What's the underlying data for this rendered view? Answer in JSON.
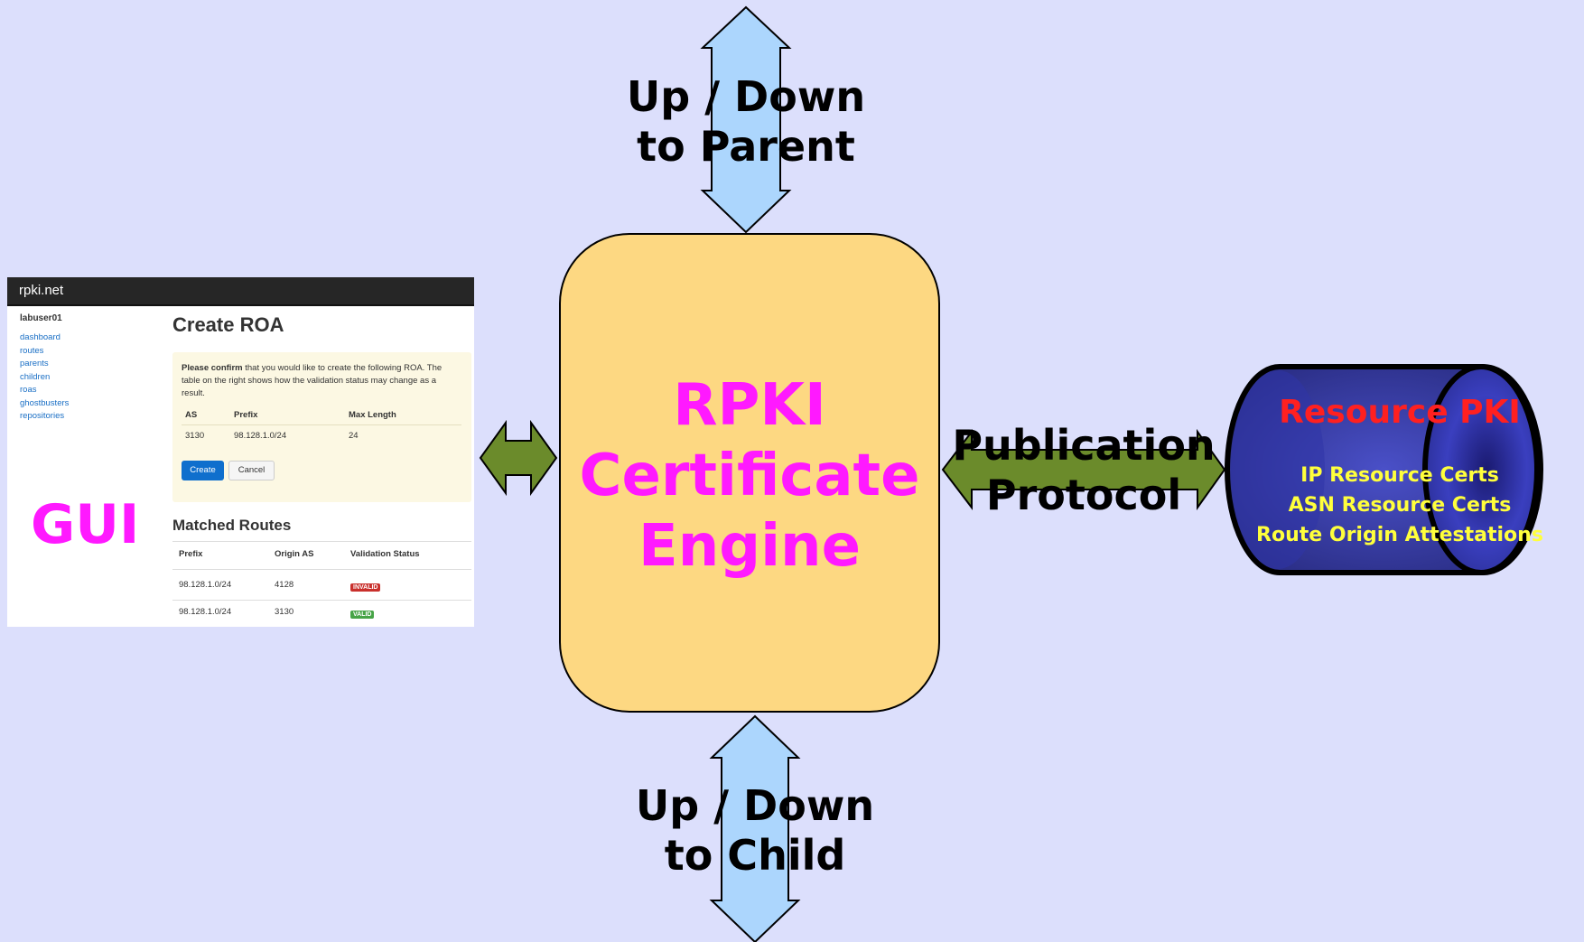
{
  "engine": {
    "title_lines": [
      "RPKI",
      "Certificate",
      "Engine"
    ],
    "text_color": "#ff19ff",
    "fill_color": "#fdd882"
  },
  "parent_arrow": {
    "lines": [
      "Up / Down",
      "to Parent"
    ]
  },
  "child_arrow": {
    "lines": [
      "Up / Down",
      "to Child"
    ]
  },
  "publication": {
    "lines": [
      "Publication",
      "Protocol"
    ]
  },
  "gui": {
    "label": "GUI",
    "brand": "rpki.net",
    "user": "labuser01",
    "nav": [
      "dashboard",
      "routes",
      "parents",
      "children",
      "roas",
      "ghostbusters",
      "repositories"
    ],
    "heading": "Create ROA",
    "alert_bold": "Please confirm",
    "alert_text": " that you would like to create the following ROA. The table on the right shows how the validation status may change as a result.",
    "roa_table": {
      "headers": [
        "AS",
        "Prefix",
        "Max Length"
      ],
      "rows": [
        [
          "3130",
          "98.128.1.0/24",
          "24"
        ]
      ]
    },
    "create_label": "Create",
    "cancel_label": "Cancel",
    "matched_heading": "Matched Routes",
    "routes_table": {
      "headers": [
        "Prefix",
        "Origin AS",
        "Validation Status"
      ],
      "rows": [
        {
          "prefix": "98.128.1.0/24",
          "origin": "4128",
          "status": "INVALID",
          "color": "#c9302c"
        },
        {
          "prefix": "98.128.1.0/24",
          "origin": "3130",
          "status": "VALID",
          "color": "#47a447"
        }
      ]
    }
  },
  "repository": {
    "title": "Resource PKI",
    "title_color": "#ff2020",
    "items": [
      "IP Resource Certs",
      "ASN Resource Certs",
      "Route Origin Attestations"
    ],
    "item_color": "#ffff3c",
    "fill_color": "#30358f"
  },
  "colors": {
    "background": "#dcdffc",
    "vertical_arrow": "#acd6fd",
    "horizontal_arrow": "#6b8b2b"
  }
}
